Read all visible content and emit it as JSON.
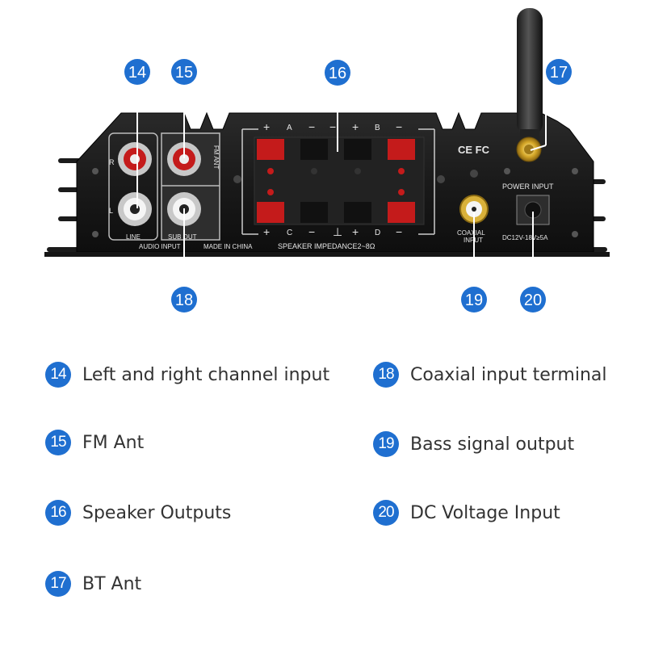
{
  "device": {
    "panel_text": {
      "audio_input": "AUDIO INPUT",
      "made_in": "MADE IN CHINA",
      "speaker_impedance": "SPEAKER IMPEDANCE2~8Ω",
      "coaxial_input": "COAXIAL\nINPUT",
      "power_input": "POWER INPUT",
      "dc_rating": "DC12V-18V≥5A",
      "line": "LINE",
      "sub_out": "SUB OUT",
      "fm_ant": "FM ANT",
      "ch_r": "R",
      "ch_l": "L",
      "ce_fc": "CE FC",
      "term_a": "A",
      "term_b": "B",
      "term_c": "C",
      "term_d": "D",
      "plus": "+",
      "minus": "−",
      "ground": "⊥"
    },
    "callouts": [
      "14",
      "15",
      "16",
      "17",
      "18",
      "19",
      "20"
    ],
    "callout_color": "#1f6fd0"
  },
  "legend": {
    "items": [
      {
        "num": "14",
        "label": "Left and right channel input"
      },
      {
        "num": "15",
        "label": "FM Ant"
      },
      {
        "num": "16",
        "label": "Speaker Outputs"
      },
      {
        "num": "17",
        "label": "BT Ant"
      },
      {
        "num": "18",
        "label": "Coaxial input terminal"
      },
      {
        "num": "19",
        "label": "Bass signal output"
      },
      {
        "num": "20",
        "label": "DC Voltage Input"
      }
    ]
  }
}
